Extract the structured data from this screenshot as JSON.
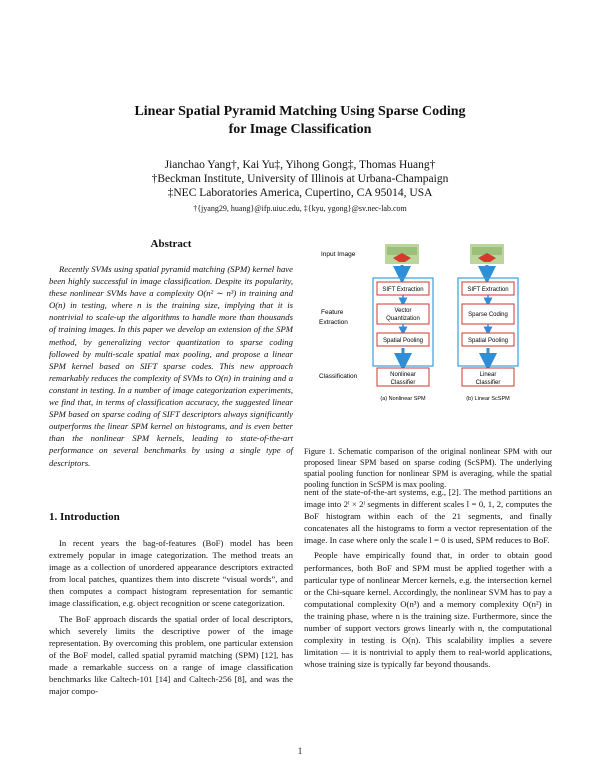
{
  "paper": {
    "title_line1": "Linear Spatial Pyramid Matching Using Sparse Coding",
    "title_line2": "for Image Classification",
    "authors_line": "Jianchao Yang†, Kai Yu‡, Yihong Gong‡, Thomas Huang†",
    "affil1": "†Beckman Institute, University of Illinois at Urbana-Champaign",
    "affil2": "‡NEC Laboratories America, Cupertino, CA 95014, USA",
    "emails": "†{jyang29, huang}@ifp.uiuc.edu, ‡{kyu, ygong}@sv.nec-lab.com",
    "abstract_heading": "Abstract",
    "abstract": "Recently SVMs using spatial pyramid matching (SPM) kernel have been highly successful in image classification. Despite its popularity, these nonlinear SVMs have a complexity O(n² ∼ n³) in training and O(n) in testing, where n is the training size, implying that it is nontrivial to scale-up the algorithms to handle more than thousands of training images. In this paper we develop an extension of the SPM method, by generalizing vector quantization to sparse coding followed by multi-scale spatial max pooling, and propose a linear SPM kernel based on SIFT sparse codes. This new approach remarkably reduces the complexity of SVMs to O(n) in training and a constant in testing. In a number of image categorization experiments, we find that, in terms of classification accuracy, the suggested linear SPM based on sparse coding of SIFT descriptors always significantly outperforms the linear SPM kernel on histograms, and is even better than the nonlinear SPM kernels, leading to state-of-the-art performance on several benchmarks by using a single type of descriptors.",
    "intro_heading": "1. Introduction",
    "intro_p1": "In recent years the bag-of-features (BoF) model has been extremely popular in image categorization. The method treats an image as a collection of unordered appearance descriptors extracted from local patches, quantizes them into discrete “visual words”, and then computes a compact histogram representation for semantic image classification, e.g. object recognition or scene categorization.",
    "intro_p2": "The BoF approach discards the spatial order of local descriptors, which severely limits the descriptive power of the image representation. By overcoming this problem, one particular extension of the BoF model, called spatial pyramid matching (SPM) [12], has made a remarkable success on a range of image classification benchmarks like Caltech-101 [14] and Caltech-256 [8], and was the major compo-",
    "right_p1": "nent of the state-of-the-art systems, e.g., [2]. The method partitions an image into 2ˡ × 2ˡ segments in different scales l = 0, 1, 2, computes the BoF histogram within each of the 21 segments, and finally concatenates all the histograms to form a vector representation of the image. In case where only the scale l = 0 is used, SPM reduces to BoF.",
    "right_p2": "People have empirically found that, in order to obtain good performances, both BoF and SPM must be applied together with a particular type of nonlinear Mercer kernels, e.g. the intersection kernel or the Chi-square kernel. Accordingly, the nonlinear SVM has to pay a computational complexity O(n³) and a memory complexity O(n²) in the training phase, where n is the training size. Furthermore, since the number of support vectors grows linearly with n, the computational complexity in testing is O(n). This scalability implies a severe limitation — it is nontrivial to apply them to real-world applications, whose training size is typically far beyond thousands.",
    "caption": "Figure 1. Schematic comparison of the original nonlinear SPM with our proposed linear SPM based on sparse coding (ScSPM). The underlying spatial pooling function for nonlinear SPM is averaging, while the spatial pooling function in ScSPM is max pooling.",
    "page_number": "1"
  },
  "figure": {
    "label_input": "Input Image",
    "label_feature1": "Feature",
    "label_feature2": "Extraction",
    "label_classification": "Classification",
    "left_box1": "SIFT Extraction",
    "left_box2a": "Vector",
    "left_box2b": "Quantization",
    "left_box3": "Spatial Pooling",
    "left_box4a": "Nonlinear",
    "left_box4b": "Classifier",
    "left_sub": "(a) Nonlinear SPM",
    "right_box1": "SIFT Extraction",
    "right_box2": "Sparse Coding",
    "right_box3": "Spatial Pooling",
    "right_box4a": "Linear",
    "right_box4b": "Classifier",
    "right_sub": "(b) Linear ScSPM",
    "colors": {
      "box_border": "#d0342c",
      "group_border": "#3aa0d8",
      "arrow": "#2f8fd6"
    }
  }
}
